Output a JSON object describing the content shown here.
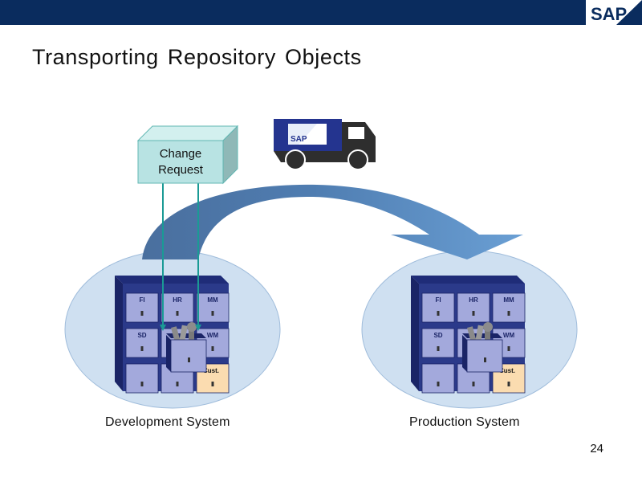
{
  "header": {
    "brand": "SAP",
    "bar_color": "#0a2c5e"
  },
  "slide": {
    "title": "Transporting Repository Objects",
    "page_number": "24"
  },
  "diagram": {
    "change_request": {
      "label_line1": "Change",
      "label_line2": "Request",
      "color": "#b8e3e3"
    },
    "truck": {
      "logo": "SAP",
      "icon": "truck-icon"
    },
    "systems": [
      {
        "name": "Development System",
        "drawers": [
          "FI",
          "HR",
          "MM",
          "SD",
          "",
          "WM",
          "",
          "",
          "Cust."
        ]
      },
      {
        "name": "Production System",
        "drawers": [
          "FI",
          "HR",
          "MM",
          "SD",
          "",
          "WM",
          "",
          "",
          "Cust."
        ]
      }
    ],
    "colors": {
      "cabinet": "#2b3a8a",
      "drawer": "#a3a9dc",
      "cust_drawer": "#fbdcb0",
      "ellipse": "#cfe0f1",
      "arrow_dark": "#4a72a3",
      "arrow_light": "#6396cd",
      "connector": "#1a9a95"
    }
  }
}
